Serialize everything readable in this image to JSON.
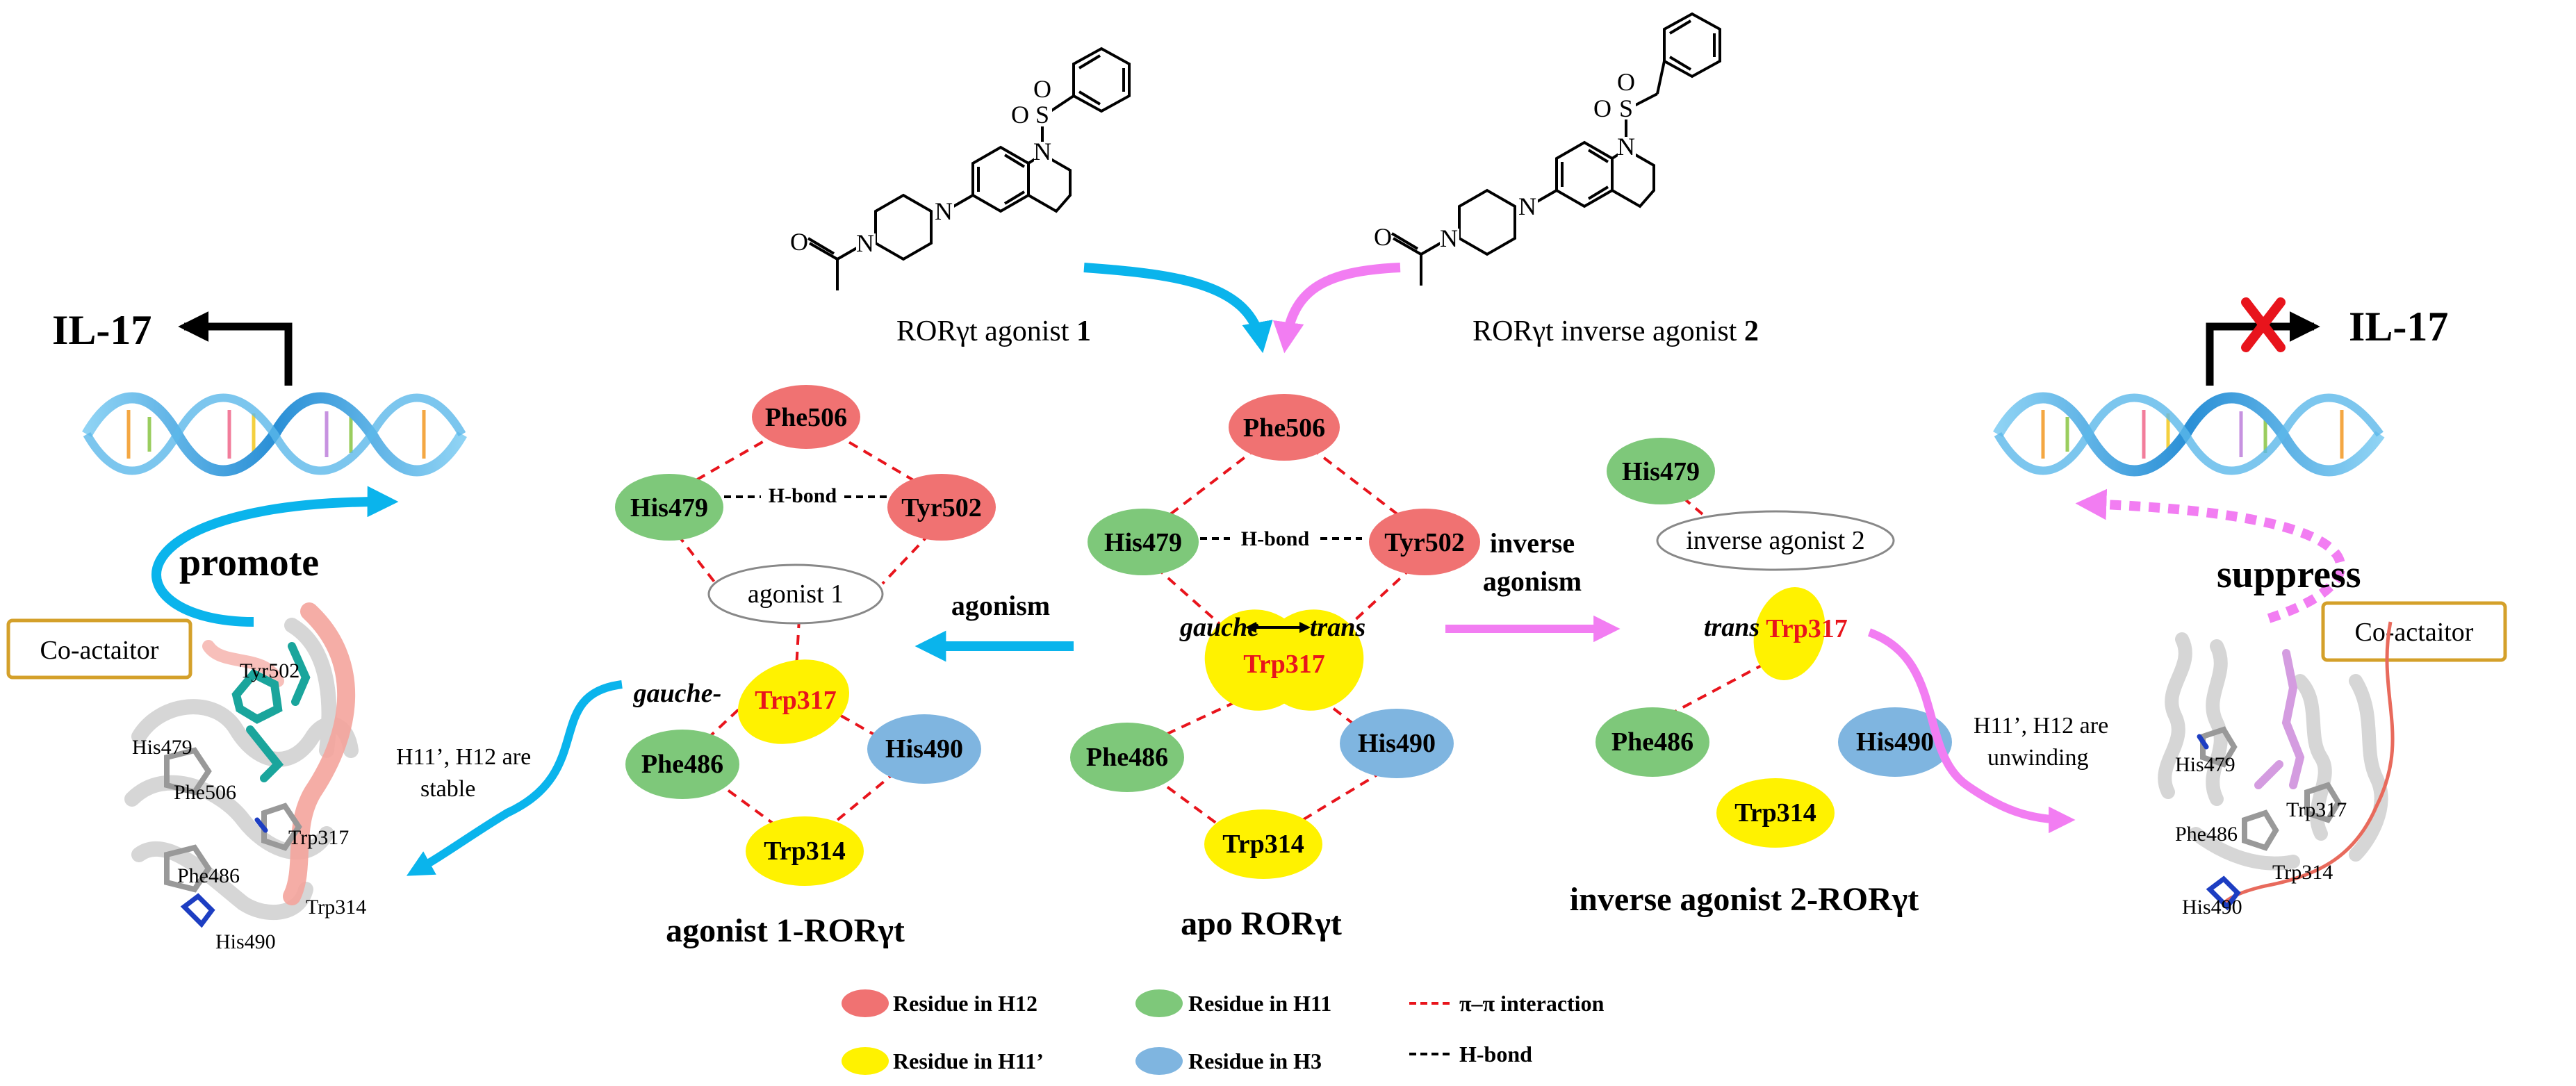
{
  "compounds": {
    "agonist": {
      "caption": "RORγt agonist ",
      "number": "1",
      "sulfonyl_o1": "O",
      "sulfonyl_o2": "O",
      "sulfur": "S",
      "nitrogen_ring": "N",
      "nitrogen_pip1": "N",
      "nitrogen_pip2": "N",
      "carbonyl_o": "O"
    },
    "inverse": {
      "caption": "RORγt inverse agonist ",
      "number": "2",
      "sulfonyl_o1": "O",
      "sulfonyl_o2": "O",
      "sulfur": "S",
      "nitrogen_ring": "N",
      "nitrogen_pip1": "N",
      "nitrogen_pip2": "N",
      "carbonyl_o": "O"
    }
  },
  "left_panel": {
    "gene": "IL-17",
    "action": "promote",
    "coactivator": "Co-actaitor",
    "stability_line1": "H11’, H12 are",
    "stability_line2": "stable",
    "structure_labels": [
      "Tyr502",
      "His479",
      "Phe506",
      "Trp317",
      "Phe486",
      "Trp314",
      "His490"
    ]
  },
  "right_panel": {
    "gene": "IL-17",
    "action": "suppress",
    "coactivator": "Co-actaitor",
    "unwinding_line1": "H11’, H12 are",
    "unwinding_line2": "unwinding",
    "structure_labels": [
      "His479",
      "Trp317",
      "Phe486",
      "Trp314",
      "His490"
    ]
  },
  "agonist_network": {
    "title": "agonist 1-RORγt",
    "ligand": "agonist 1",
    "hbond": "H-bond",
    "gauche": "gauche-",
    "residues": {
      "phe506": "Phe506",
      "his479": "His479",
      "tyr502": "Tyr502",
      "trp317": "Trp317",
      "phe486": "Phe486",
      "his490": "His490",
      "trp314": "Trp314"
    }
  },
  "apo_network": {
    "title": "apo RORγt",
    "hbond": "H-bond",
    "gauche": "gauche",
    "trans": "trans",
    "residues": {
      "phe506": "Phe506",
      "his479": "His479",
      "tyr502": "Tyr502",
      "trp317": "Trp317",
      "phe486": "Phe486",
      "his490": "His490",
      "trp314": "Trp314"
    }
  },
  "inverse_network": {
    "title": "inverse agonist 2-RORγt",
    "ligand": "inverse agonist 2",
    "trans": "trans",
    "residues": {
      "his479": "His479",
      "trp317": "Trp317",
      "phe486": "Phe486",
      "his490": "His490",
      "trp314": "Trp314"
    }
  },
  "arrows": {
    "agonism": "agonism",
    "inverse_line1": "inverse",
    "inverse_line2": "agonism"
  },
  "legend": {
    "h12": "Residue in H12",
    "h11": "Residue in H11",
    "h11p": "Residue in H11’",
    "h3": "Residue in H3",
    "pipi": "π–π interaction",
    "hbond": "H-bond"
  },
  "colors": {
    "h12": "#f07272",
    "h11": "#7ec87a",
    "h11p": "#fff200",
    "h3": "#7fb5e0",
    "highlight_text": "#e8141c",
    "pipi_line": "#e8141c",
    "cyan_arrow": "#0ab4ec",
    "pink_arrow": "#f27df2",
    "coactivator_border": "#d4a02a",
    "cross": "#e8141c"
  }
}
